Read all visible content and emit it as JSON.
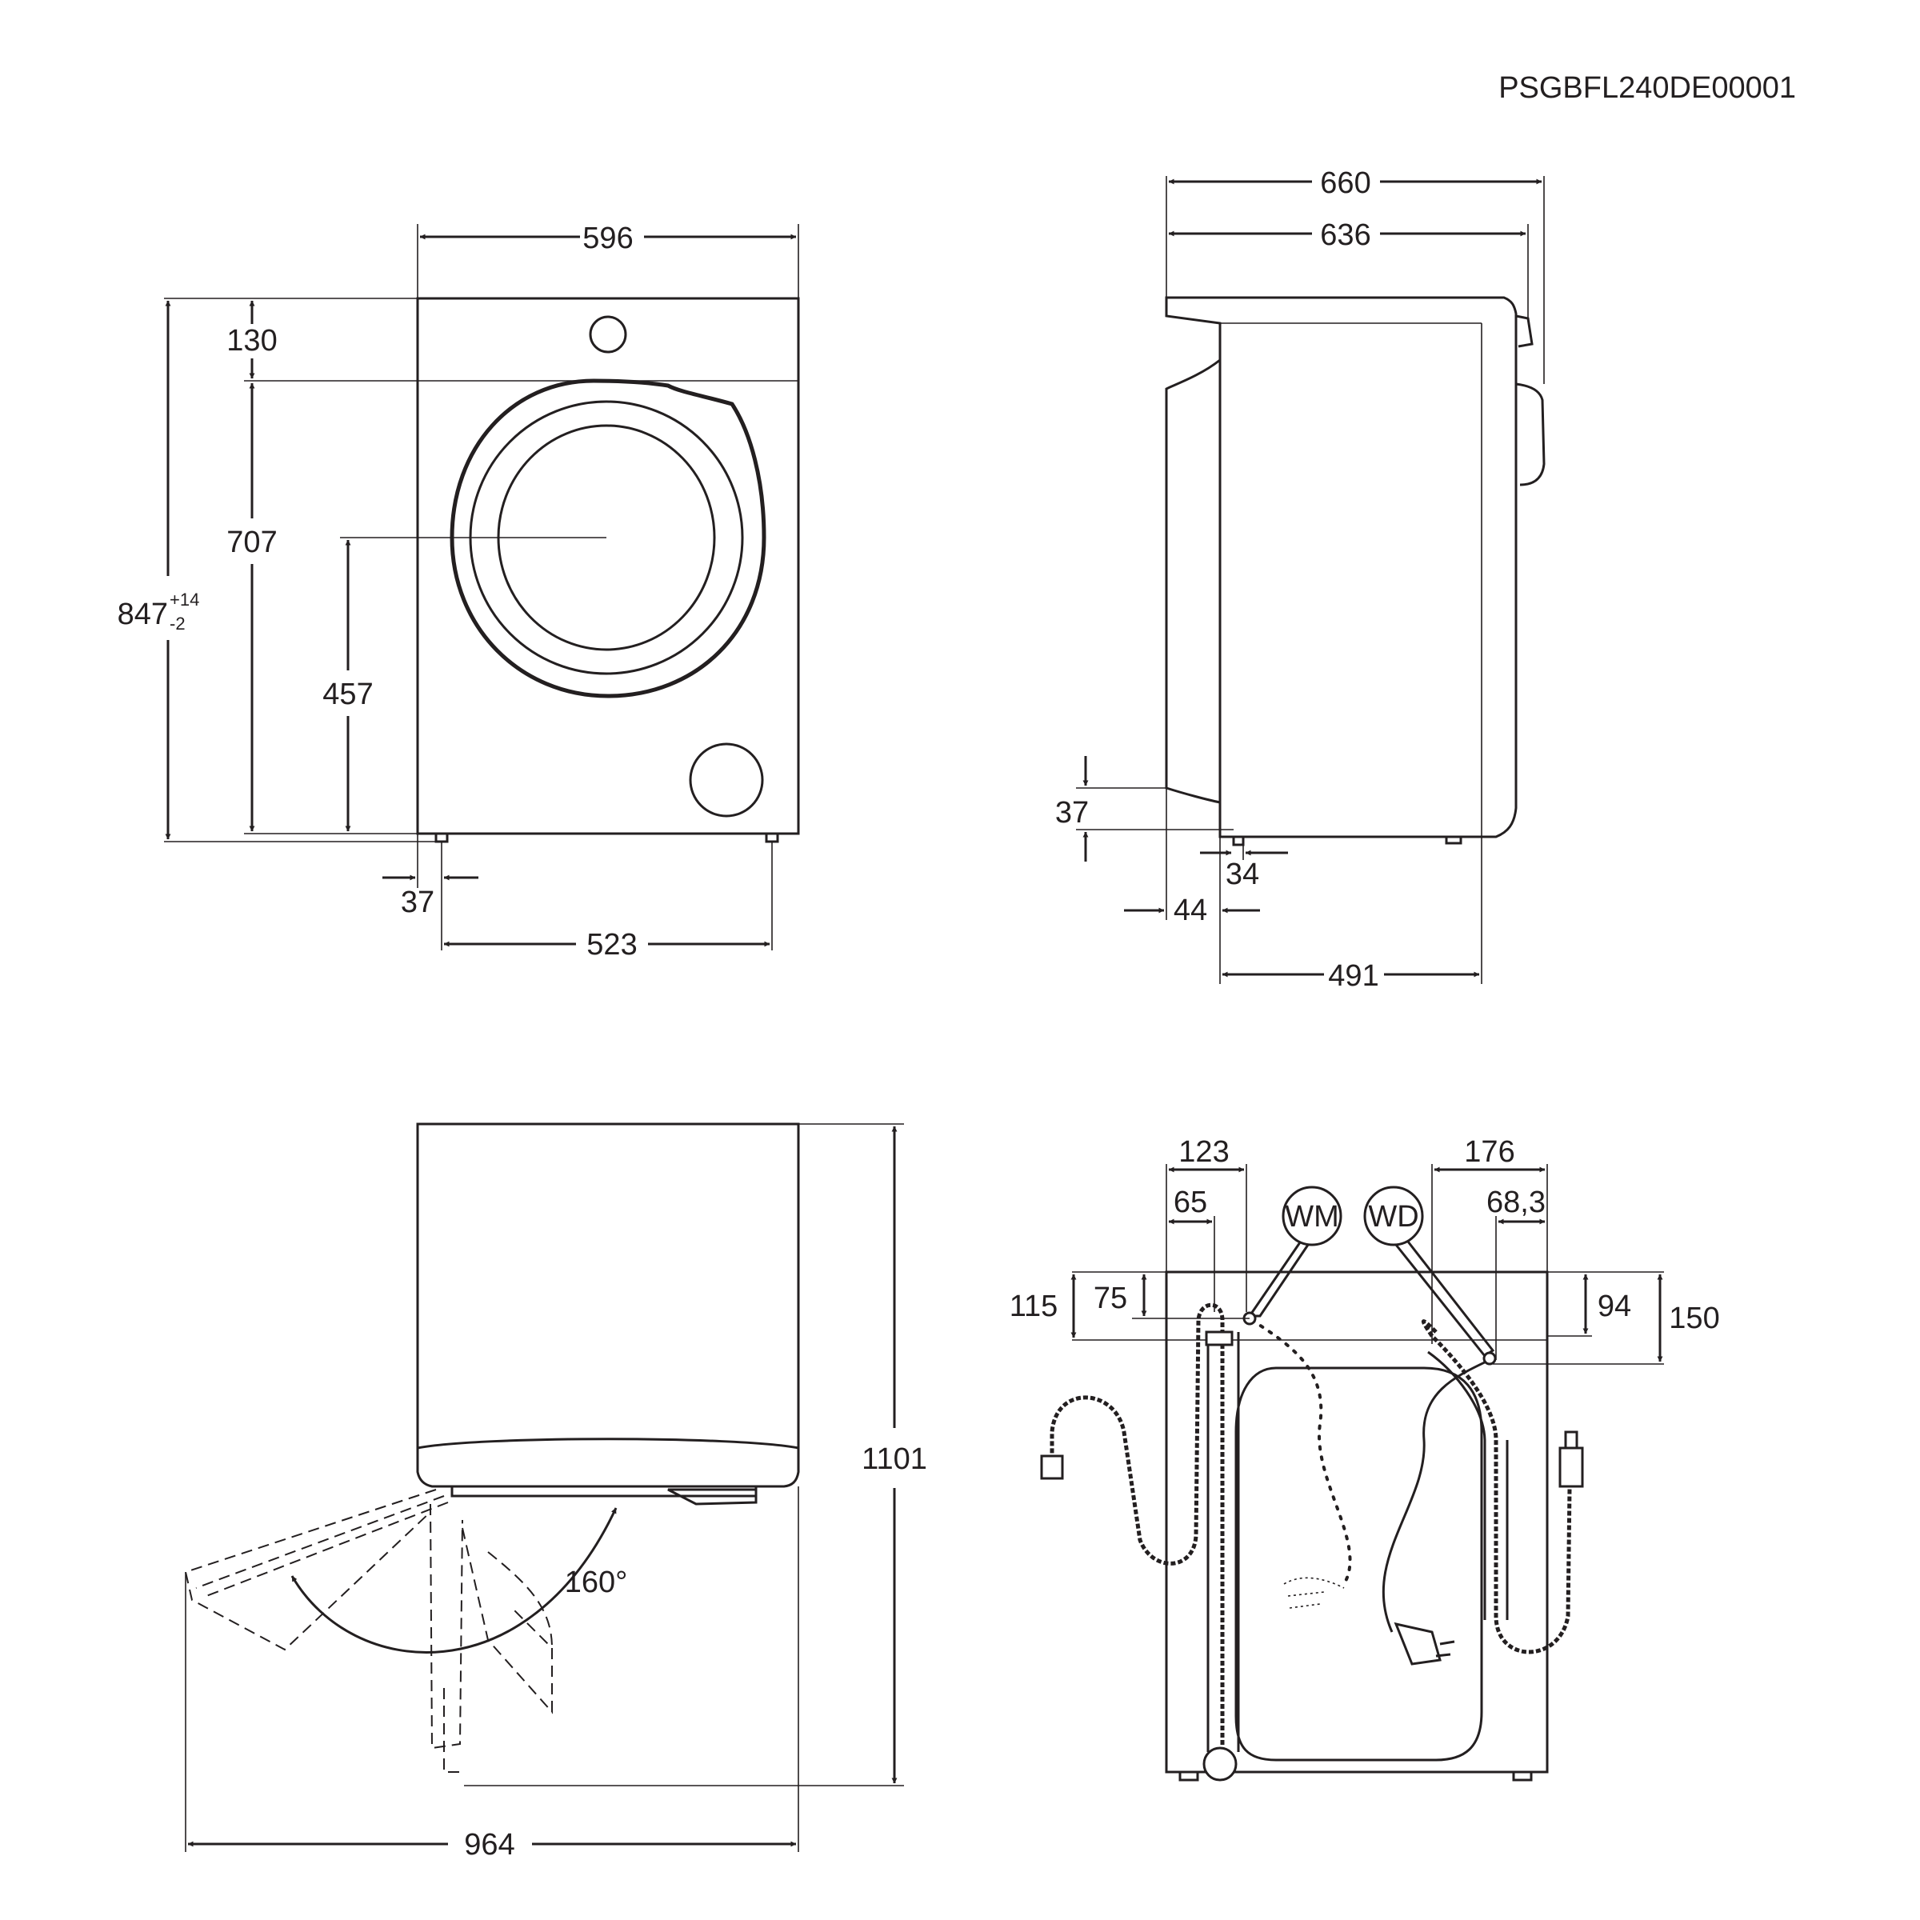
{
  "document_code": "PSGBFL240DE00001",
  "front_view": {
    "width": "596",
    "top_panel_height": "130",
    "body_height": "707",
    "total_height": "847",
    "total_height_tol_plus": "+14",
    "total_height_tol_minus": "-2",
    "door_center_height": "457",
    "foot_offset": "37",
    "feet_spacing": "523"
  },
  "side_view": {
    "depth_total": "660",
    "depth_body": "636",
    "door_bottom_clearance": "37",
    "foot_depth": "34",
    "door_protrusion": "44",
    "feet_depth_spacing": "491"
  },
  "door_open_view": {
    "height_total": "1101",
    "angle": "160°",
    "depth_door_open": "964"
  },
  "rear_view": {
    "badge_wm": "WM",
    "badge_wd": "WD",
    "dim_123": "123",
    "dim_65": "65",
    "dim_176": "176",
    "dim_68_3": "68,3",
    "dim_115": "115",
    "dim_75": "75",
    "dim_94": "94",
    "dim_150": "150"
  }
}
